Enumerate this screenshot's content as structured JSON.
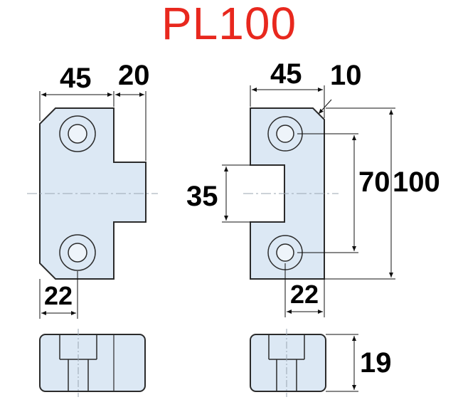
{
  "title": "PL100",
  "colors": {
    "title": "#e8281e",
    "part_fill": "#dce8f4",
    "part_stroke": "#2b2b2b",
    "bore_fill": "#eef4fa",
    "dim_line": "#111111",
    "center_line": "#9aa6b2"
  },
  "left_view": {
    "width_label": "45",
    "tab_label": "20",
    "hole_offset_label": "22"
  },
  "right_view": {
    "width_label": "45",
    "chamfer_label": "10",
    "slot_label": "35",
    "hole_spacing_label": "70",
    "height_label": "100",
    "hole_offset_label": "22"
  },
  "side_view": {
    "thickness_label": "19"
  }
}
